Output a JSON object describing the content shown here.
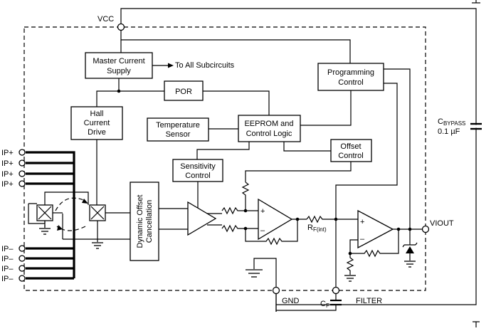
{
  "pins": {
    "vcc": "VCC",
    "gnd": "GND",
    "filter": "FILTER",
    "viout": "VIOUT",
    "ip_plus": [
      "IP+",
      "IP+",
      "IP+",
      "IP+"
    ],
    "ip_minus": [
      "IP–",
      "IP–",
      "IP–",
      "IP–"
    ]
  },
  "blocks": {
    "master_current_supply": [
      "Master Current",
      "Supply"
    ],
    "to_all_subcircuits": "To All Subcircuits",
    "programming_control": [
      "Programming",
      "Control"
    ],
    "por": "POR",
    "hall_current_drive": [
      "Hall",
      "Current",
      "Drive"
    ],
    "temperature_sensor": [
      "Temperature",
      "Sensor"
    ],
    "eeprom_control_logic": [
      "EEPROM and",
      "Control Logic"
    ],
    "offset_control": [
      "Offset",
      "Control"
    ],
    "sensitivity_control": [
      "Sensitivity",
      "Control"
    ],
    "dynamic_offset_cancellation": [
      "Dynamic Offset",
      "Cancellation"
    ]
  },
  "components": {
    "c_bypass_label": "C",
    "c_bypass_sub": "BYPASS",
    "c_bypass_value": "0.1 µF",
    "rf_label": "R",
    "rf_sub": "F(int)",
    "cf_label": "C",
    "cf_sub": "F",
    "plus_sign": "+",
    "minus_sign": "–"
  }
}
